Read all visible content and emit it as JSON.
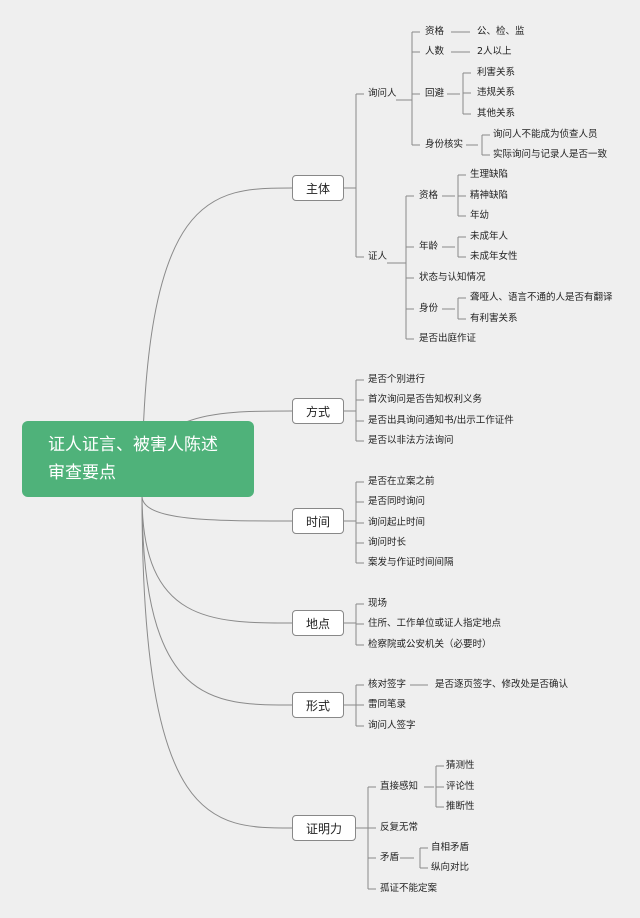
{
  "root": {
    "line1": "证人证言、被害人陈述",
    "line2": "审查要点"
  },
  "branches": {
    "zhuti": {
      "label": "主体",
      "xunwenren": {
        "label": "询问人",
        "zige": {
          "label": "资格",
          "value": "公、检、监"
        },
        "renshu": {
          "label": "人数",
          "value": "2人以上"
        },
        "huibi": {
          "label": "回避",
          "items": [
            "利害关系",
            "违规关系",
            "其他关系"
          ]
        },
        "shenfen": {
          "label": "身份核实",
          "items": [
            "询问人不能成为侦查人员",
            "实际询问与记录人是否一致"
          ]
        }
      },
      "zhengren": {
        "label": "证人",
        "zige": {
          "label": "资格",
          "items": [
            "生理缺陷",
            "精神缺陷",
            "年幼"
          ]
        },
        "nianling": {
          "label": "年龄",
          "items": [
            "未成年人",
            "未成年女性"
          ]
        },
        "zhuangtai": "状态与认知情况",
        "shenfen": {
          "label": "身份",
          "items": [
            "聋哑人、语言不通的人是否有翻译",
            "有利害关系"
          ]
        },
        "chuting": "是否出庭作证"
      }
    },
    "fangshi": {
      "label": "方式",
      "items": [
        "是否个别进行",
        "首次询问是否告知权利义务",
        "是否出具询问通知书/出示工作证件",
        "是否以非法方法询问"
      ]
    },
    "shijian": {
      "label": "时间",
      "items": [
        "是否在立案之前",
        "是否同时询问",
        "询问起止时间",
        "询问时长",
        "案发与作证时间间隔"
      ]
    },
    "didian": {
      "label": "地点",
      "items": [
        "现场",
        "住所、工作单位或证人指定地点",
        "检察院或公安机关（必要时）"
      ]
    },
    "xingshi": {
      "label": "形式",
      "hedui": {
        "label": "核对签字",
        "value": "是否逐页签字、修改处是否确认"
      },
      "items": [
        "雷同笔录",
        "询问人签字"
      ]
    },
    "zhengmingli": {
      "label": "证明力",
      "zhijie": {
        "label": "直接感知",
        "items": [
          "猜测性",
          "评论性",
          "推断性"
        ]
      },
      "fanfu": "反复无常",
      "maodun": {
        "label": "矛盾",
        "items": [
          "自相矛盾",
          "纵向对比"
        ]
      },
      "guzheng": "孤证不能定案"
    }
  }
}
